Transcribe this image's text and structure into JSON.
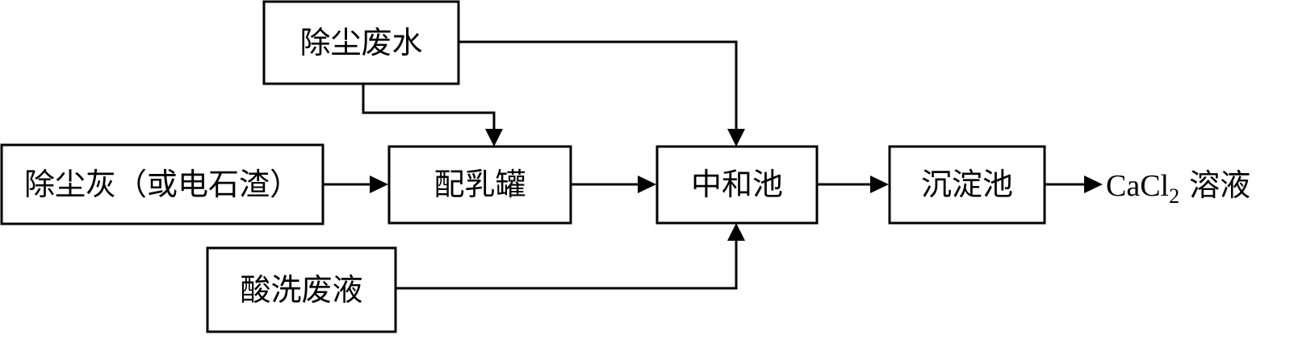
{
  "nodes": {
    "dust_wastewater": "除尘废水",
    "dust_ash": "除尘灰（或电石渣）",
    "milk_tank": "配乳罐",
    "neutralization_pool": "中和池",
    "settling_pool": "沉淀池",
    "pickling_waste": "酸洗废液"
  },
  "output": {
    "formula_main": "CaCl",
    "formula_sub": "2",
    "label": "溶液"
  }
}
